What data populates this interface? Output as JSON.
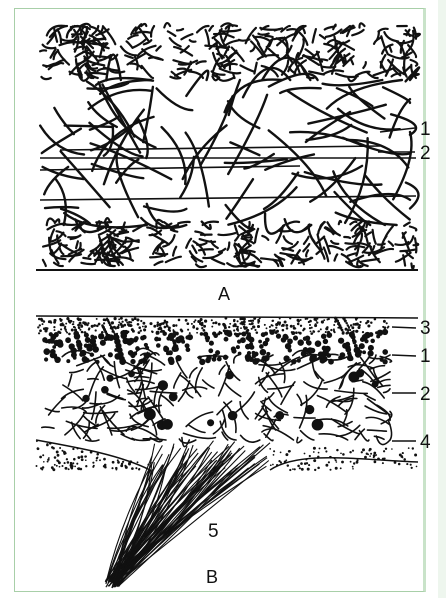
{
  "panel_a": {
    "caption": "A",
    "callouts": [
      "1",
      "2"
    ]
  },
  "panel_b": {
    "caption": "B",
    "callouts": [
      "3",
      "1",
      "2",
      "4",
      "5"
    ]
  },
  "colors": {
    "ink": "#111111",
    "frame": "#a8cfa8",
    "background": "#ffffff"
  }
}
